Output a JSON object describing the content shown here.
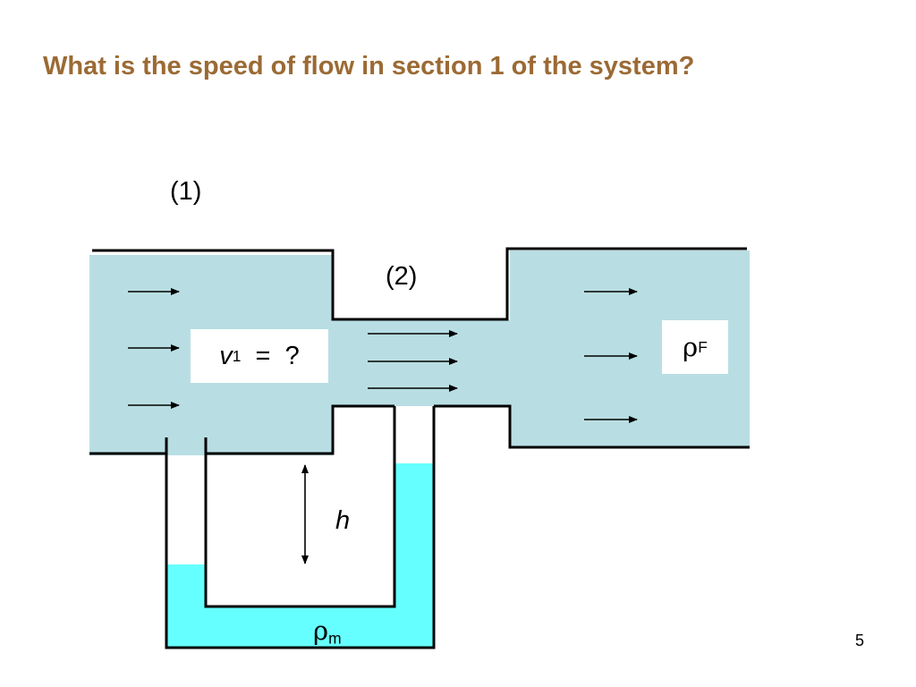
{
  "slide": {
    "title": "What is the speed of flow in section 1 of the system?",
    "page_number": "5"
  },
  "labels": {
    "section1": "(1)",
    "section2": "(2)",
    "velocity_var": "v",
    "velocity_sub": "1",
    "velocity_rest": "  =  ?",
    "fluid_density_symbol": "ρ",
    "fluid_density_sub": "F",
    "height": "h",
    "manometer_density_symbol": "ρ",
    "manometer_density_sub": "m"
  },
  "colors": {
    "title": "#9B6A34",
    "fluid": "#B8DEE3",
    "manometer_fluid": "#66FFFF",
    "outline": "#000000"
  }
}
